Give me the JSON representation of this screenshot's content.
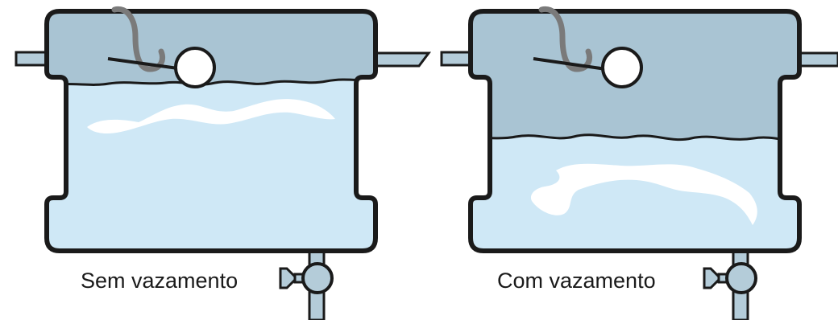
{
  "panels": [
    {
      "caption": "Sem vazamento",
      "state": "no-leak",
      "water_level": "high"
    },
    {
      "caption": "Com vazamento",
      "state": "leak",
      "water_level": "low"
    }
  ],
  "colors": {
    "outline": "#1a1a1a",
    "air": "#a9c4d3",
    "water": "#cfe8f6",
    "reflection": "#ffffff",
    "pipe": "#b4ccd9",
    "float_arm": "#7a7a7a"
  }
}
